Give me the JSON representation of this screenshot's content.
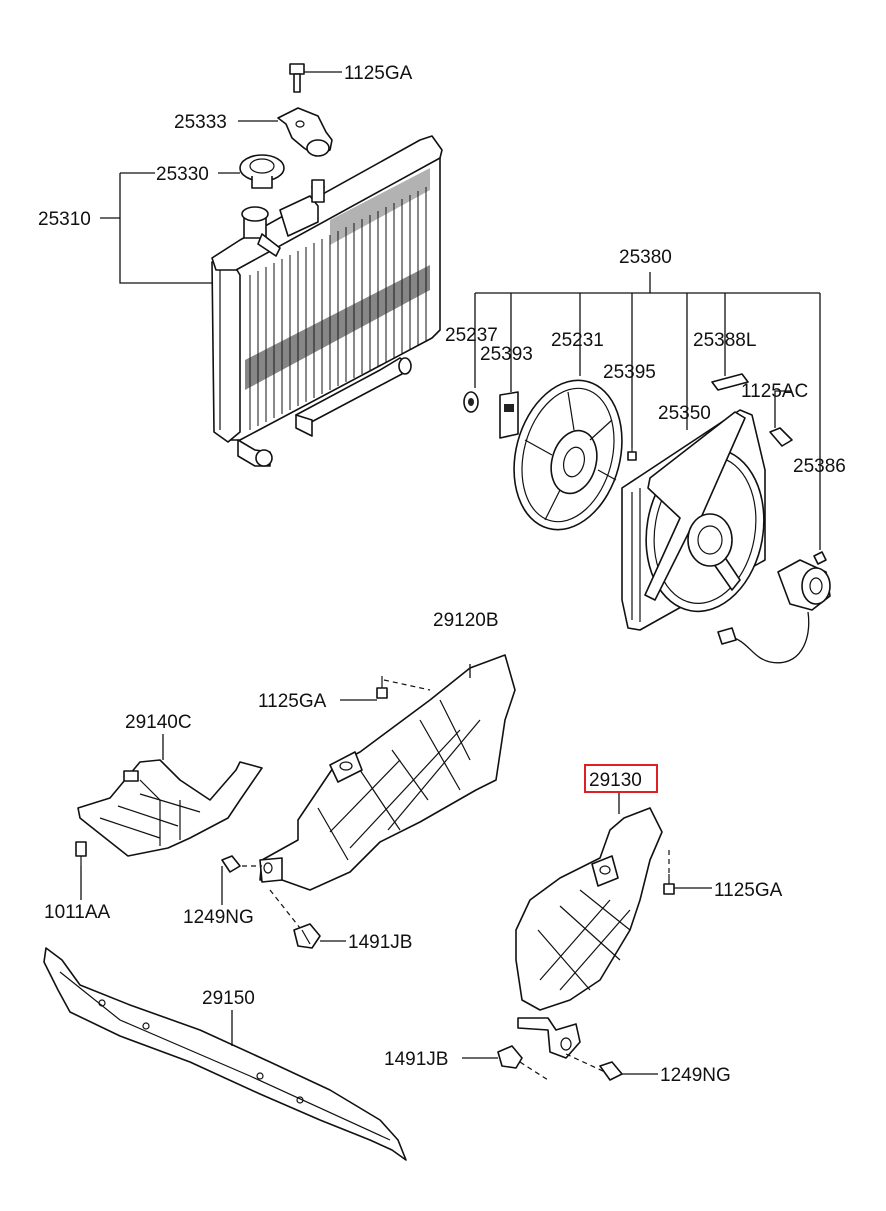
{
  "labels": {
    "p1125ga_top": "1125GA",
    "p25333": "25333",
    "p25330": "25330",
    "p25310": "25310",
    "p25380": "25380",
    "p25237": "25237",
    "p25393": "25393",
    "p25231": "25231",
    "p25395": "25395",
    "p25388l": "25388L",
    "p1125ac": "1125AC",
    "p25350": "25350",
    "p25386": "25386",
    "p29120b": "29120B",
    "p1125ga_mid": "1125GA",
    "p29140c": "29140C",
    "p29130": "29130",
    "p1125ga_right": "1125GA",
    "p1011aa": "1011AA",
    "p1249ng_left": "1249NG",
    "p1491jb_left": "1491JB",
    "p29150": "29150",
    "p1491jb_bottom": "1491JB",
    "p1249ng_bottom": "1249NG"
  },
  "highlight": {
    "part": "29130",
    "color": "#e02020"
  }
}
